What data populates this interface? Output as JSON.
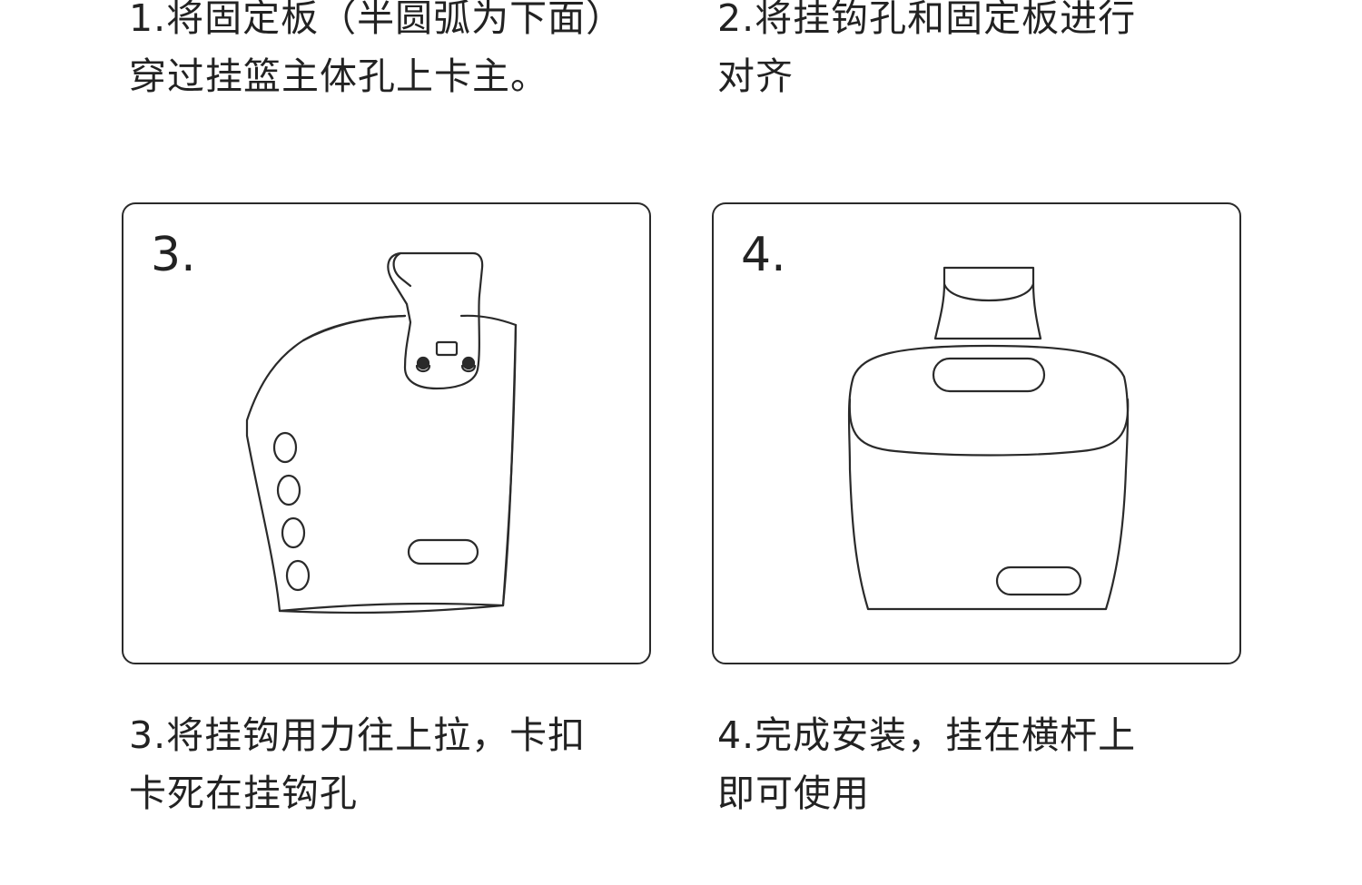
{
  "steps": [
    {
      "label": "3.",
      "caption_lines": [
        "1.将固定板（半圆弧为下面）",
        "穿过挂篮主体孔上卡主。"
      ]
    },
    {
      "label": "4.",
      "caption_lines": [
        "2.将挂钩孔和固定板进行",
        "对齐"
      ]
    }
  ],
  "bottom_captions": [
    [
      "3.将挂钩用力往上拉，卡扣",
      "卡死在挂钩孔"
    ],
    [
      "4.完成安装，挂在横杆上",
      "即可使用"
    ]
  ],
  "colors": {
    "stroke": "#2a2a2a",
    "text": "#222222",
    "background": "#ffffff"
  }
}
